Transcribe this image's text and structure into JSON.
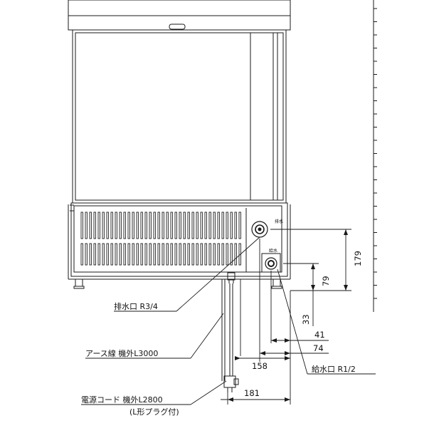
{
  "labels": {
    "drain": "排水口 R3/4",
    "earth": "アース線 機外L3000",
    "power": "電源コード 機外L2800",
    "plug": "(L形プラグ付)",
    "supply": "給水口 R1/2",
    "drain_tag": "排水",
    "supply_tag": "給水"
  },
  "dimensions": {
    "d179": "179",
    "d79": "79",
    "d33": "33",
    "d41": "41",
    "d74": "74",
    "d158": "158",
    "d181": "181"
  },
  "colors": {
    "line": "#1a1a1a",
    "background": "#ffffff"
  }
}
